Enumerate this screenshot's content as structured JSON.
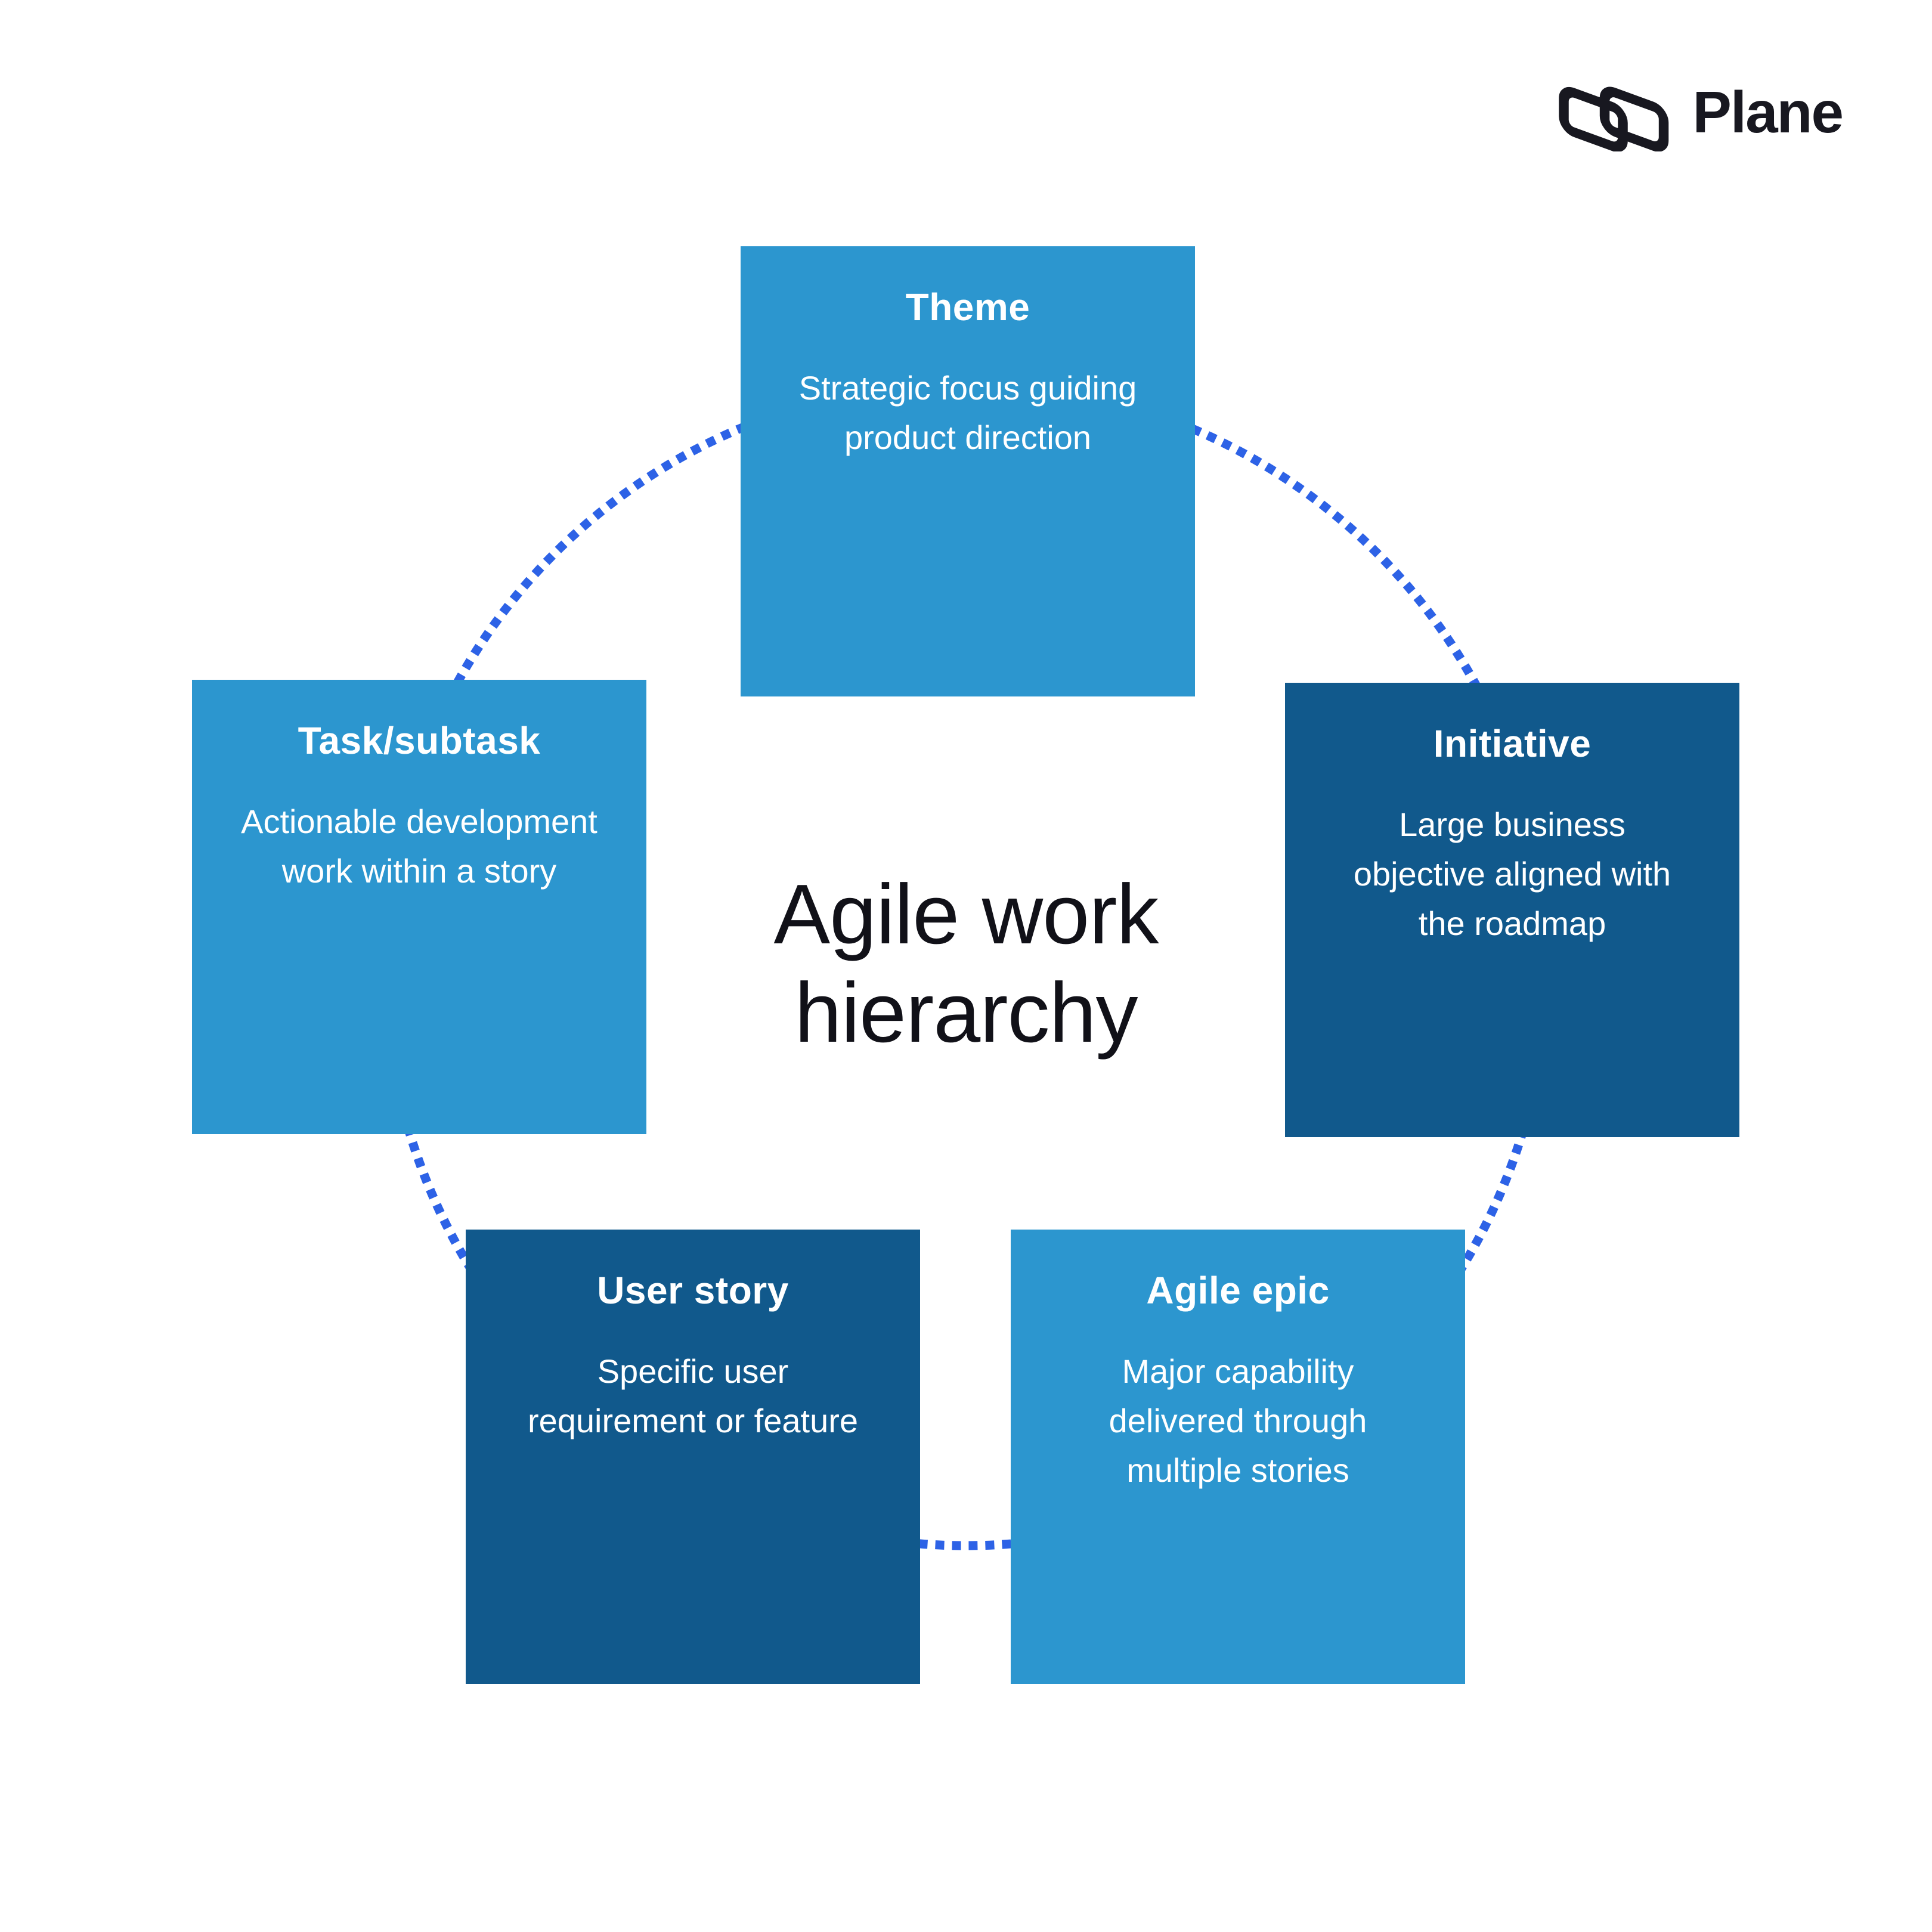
{
  "logo": {
    "text": "Plane"
  },
  "center_title": {
    "line1": "Agile work",
    "line2": "hierarchy"
  },
  "boxes": [
    {
      "id": "theme",
      "title": "Theme",
      "description": "Strategic focus guiding product direction",
      "tone": "light"
    },
    {
      "id": "task-subtask",
      "title": "Task/subtask",
      "description": "Actionable development work within a story",
      "tone": "light"
    },
    {
      "id": "initiative",
      "title": "Initiative",
      "description": "Large business objective aligned with the roadmap",
      "tone": "dark"
    },
    {
      "id": "user-story",
      "title": "User story",
      "description": "Specific user requirement or feature",
      "tone": "dark"
    },
    {
      "id": "agile-epic",
      "title": "Agile epic",
      "description": "Major capability delivered through multiple stories",
      "tone": "light"
    }
  ],
  "colors": {
    "background": "#FFFFFF",
    "box_light_blue": "#2C96CF",
    "box_dark_blue": "#11598C",
    "dotted_line_blue": "#2D62E6",
    "text_white": "#FFFFFF",
    "title_black": "#111118",
    "logo_black": "#181820"
  }
}
